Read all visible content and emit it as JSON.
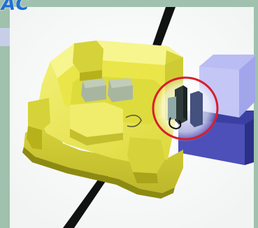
{
  "scene": {
    "banner_text": "AC",
    "colors": {
      "frame": "#9fc1ad",
      "background": "#ffffff",
      "tray": "#e9e64a",
      "tray_shadow": "#b7b21b",
      "tray_edge": "#8d8a12",
      "bracket": "#8ea9a8",
      "blue_block": "#b3b6f2",
      "blue_base": "#3c3fa2",
      "track": "#111111",
      "highlight_circle": "#d61f2c",
      "banner": "#1f6fd6"
    },
    "icons": [
      "tray-3d-model",
      "sensor-component-icon",
      "highlight-circle-icon",
      "line-track"
    ]
  }
}
